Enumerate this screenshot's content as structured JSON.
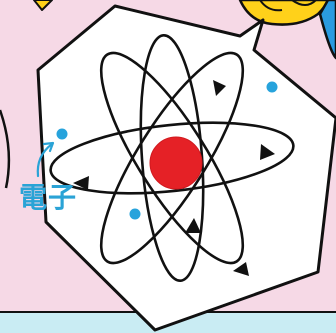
{
  "illustration": {
    "subject": "atom-model",
    "electron_label": "電子",
    "colors": {
      "background_pink": "#f6d9e6",
      "floor_blue": "#c9ecf3",
      "nucleus": "#e52126",
      "electron": "#27a3dc",
      "orbit_stroke": "#111111",
      "label": "#2aa3d6",
      "cloud_yellow": "#ffd11a",
      "sky_blue": "#2a9be0"
    },
    "orbit_count": 4,
    "electron_count": 3
  }
}
